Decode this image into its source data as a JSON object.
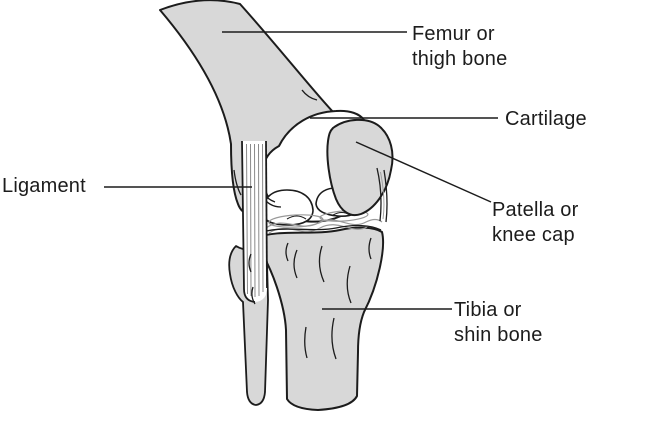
{
  "figure": {
    "type": "labeled-anatomy-diagram",
    "subject": "Knee joint",
    "background_color": "#ffffff",
    "outline_color": "#1c1c1c",
    "bone_fill_color": "#d8d8d8",
    "cartilage_fill_color": "#ffffff",
    "detail_line_color": "#999999",
    "labels": {
      "femur": "Femur or\nthigh bone",
      "cartilage": "Cartilage",
      "ligament": "Ligament",
      "patella": "Patella or\nknee cap",
      "tibia": "Tibia or\nshin bone"
    }
  }
}
